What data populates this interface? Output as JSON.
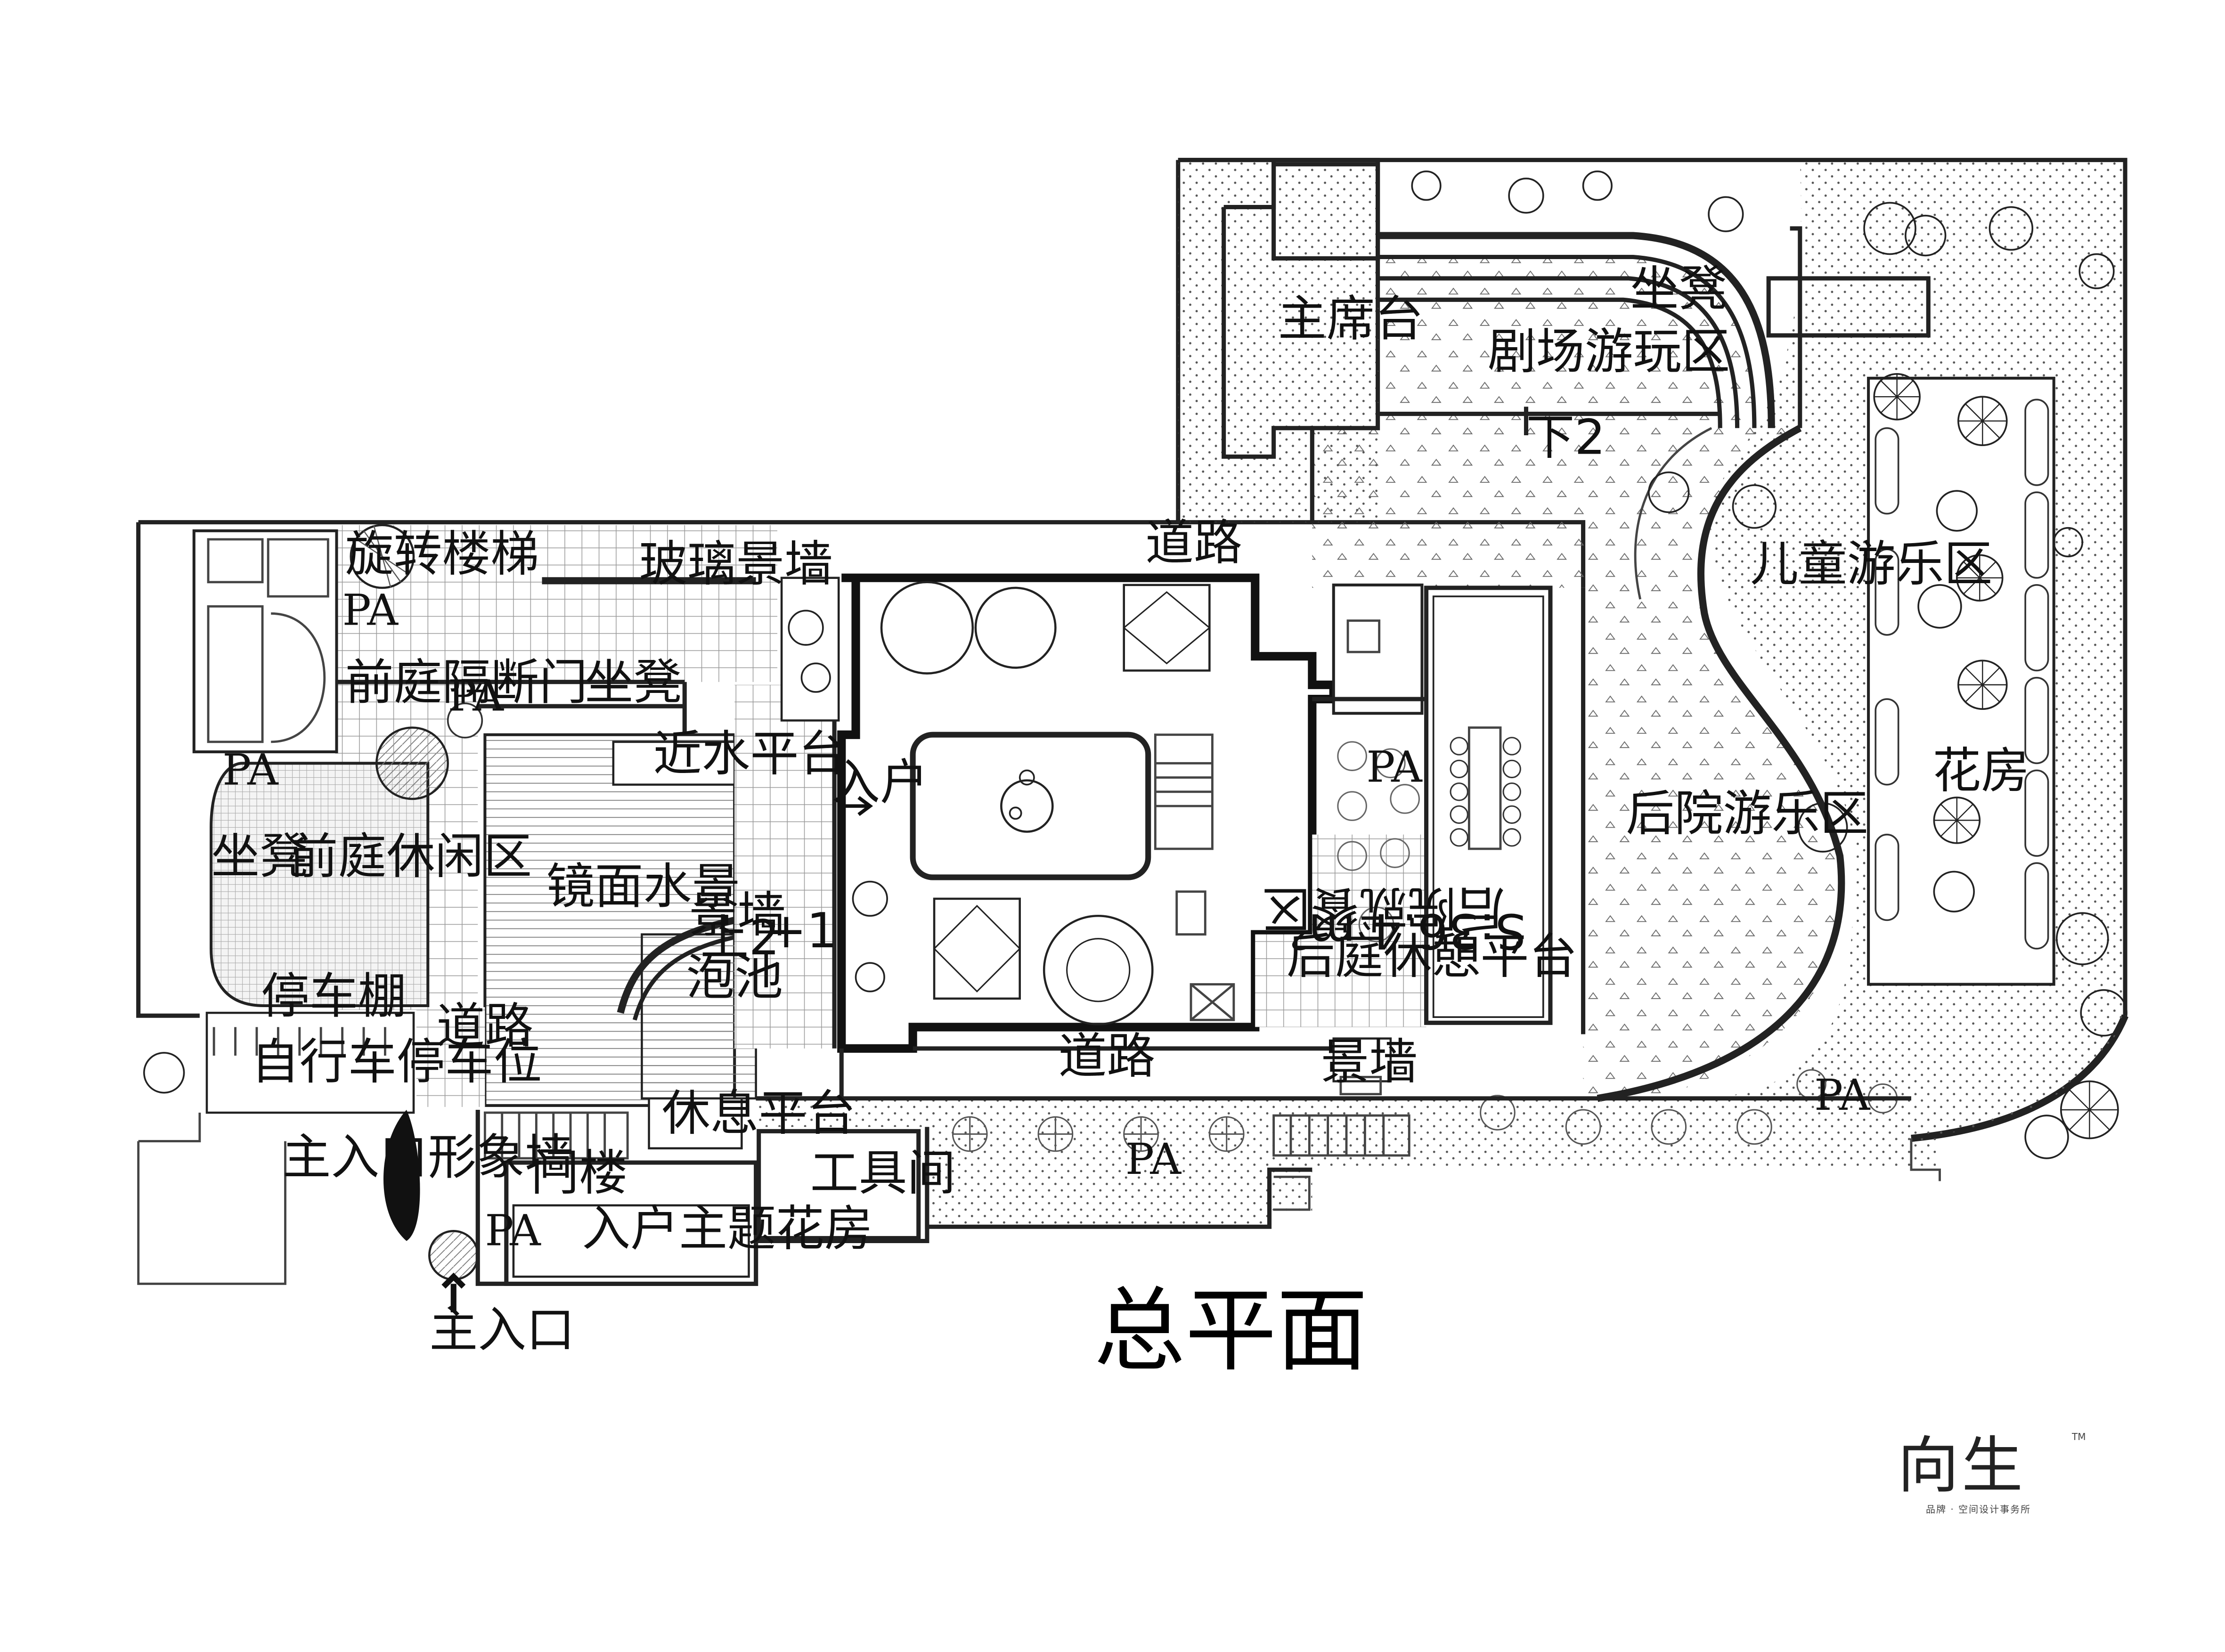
{
  "title": "总平面",
  "labels": {
    "spiral_stair": "旋转楼梯",
    "glass_wall": "玻璃景墙",
    "road_top": "道路",
    "front_partition_door": "前庭隔断门",
    "bench_front": "坐凳",
    "waterside_platform": "近水平台",
    "entry_home": "入户",
    "bench_left": "坐凳",
    "front_leisure": "前庭休闲区",
    "mirror_water": "镜面水景",
    "feature_wall": "景墙",
    "up2": "上2",
    "plus1": "+1",
    "pool": "泡池",
    "carport": "停车棚",
    "road_left": "道路",
    "bike_parking": "自行车停车位",
    "road_bottom": "道路",
    "rest_platform": "休息平台",
    "main_entry_wall": "主入口形象墙",
    "gatehouse": "门楼",
    "tool_room": "工具间",
    "entry_flower_house": "入户主题花房",
    "main_entry": "主入口",
    "main_seat": "主席台",
    "bench_top": "坐凳",
    "theater_play": "剧场游玩区",
    "down2": "下2",
    "children_play": "儿童游乐区",
    "backyard_play": "后院游乐区",
    "flower_house": "花房",
    "rear_rest_platform": "后庭休憩平台",
    "feature_wall_rear": "景墙",
    "rear_dining": "后院就餐区",
    "dining_area": "S:36.4 m²",
    "pa": "PA"
  },
  "brand": {
    "name": "向生",
    "tm": "TM",
    "tagline": "品牌 · 空间设计事务所"
  }
}
